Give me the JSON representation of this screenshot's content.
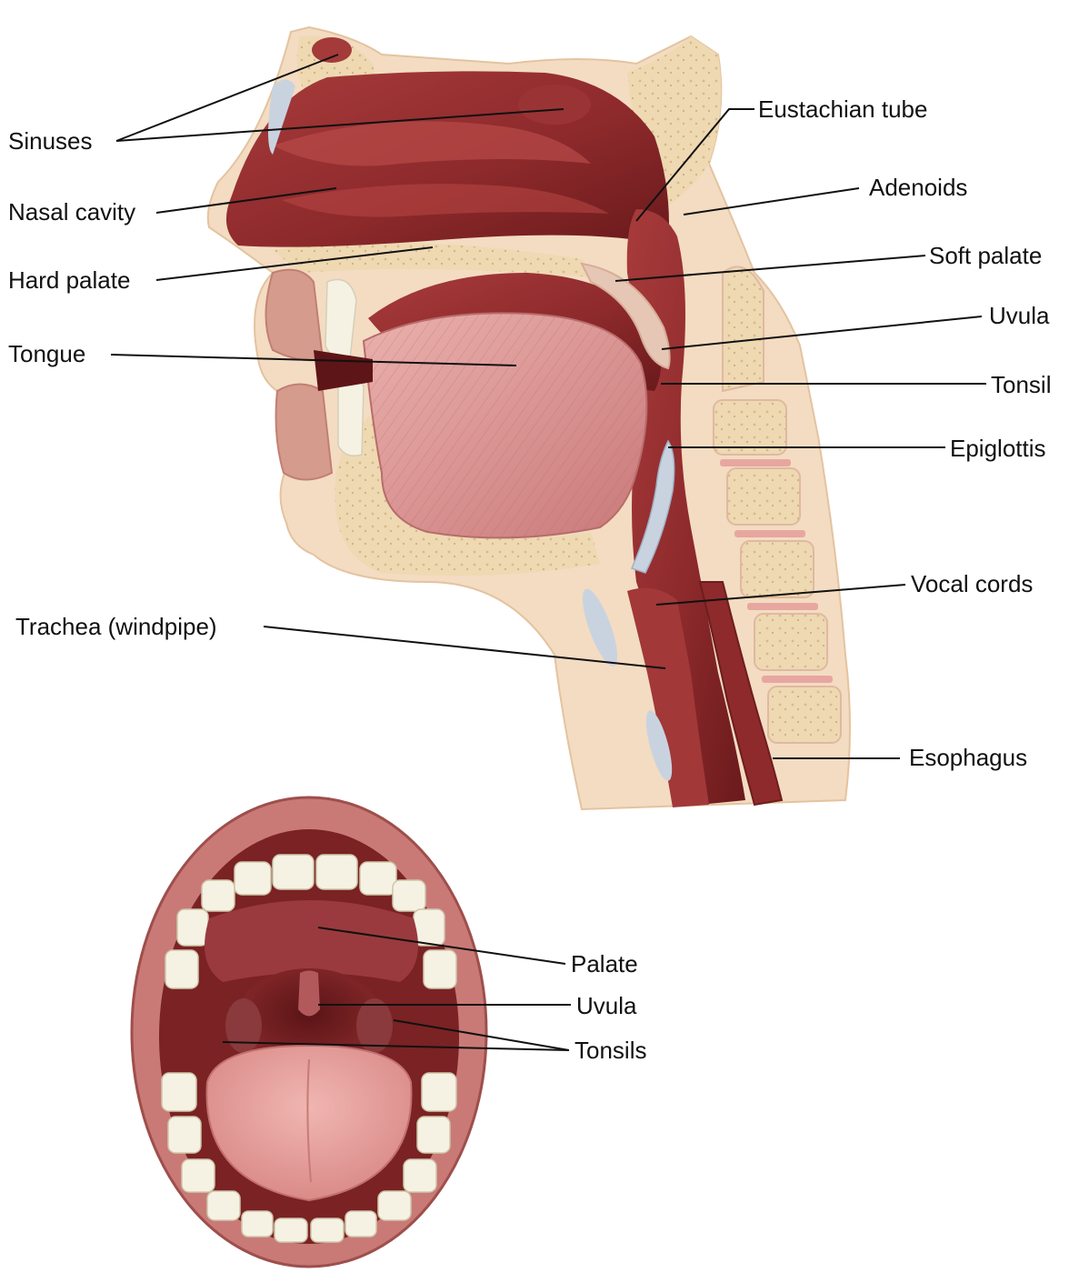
{
  "colors": {
    "skin": "#f3dcc2",
    "bone": "#eed9b2",
    "bone_spots": "#d9b98a",
    "cavity": "#8e2a2c",
    "cavity_light": "#b24a48",
    "cavity_dark": "#5e1517",
    "tongue": "#d7898a",
    "tongue_light": "#e8a9a6",
    "muscle": "#c0605a",
    "cartilage": "#c9d3df",
    "lip": "#c97a76",
    "tooth": "#f5f2e4",
    "ink": "#111111"
  },
  "sagittal_labels": {
    "sinuses": "Sinuses",
    "nasal_cavity": "Nasal cavity",
    "hard_palate": "Hard palate",
    "tongue": "Tongue",
    "trachea": "Trachea (windpipe)",
    "eustachian_tube": "Eustachian tube",
    "adenoids": "Adenoids",
    "soft_palate": "Soft palate",
    "uvula": "Uvula",
    "tonsil": "Tonsil",
    "epiglottis": "Epiglottis",
    "vocal_cords": "Vocal cords",
    "esophagus": "Esophagus"
  },
  "mouth_labels": {
    "palate": "Palate",
    "uvula": "Uvula",
    "tonsils": "Tonsils"
  }
}
